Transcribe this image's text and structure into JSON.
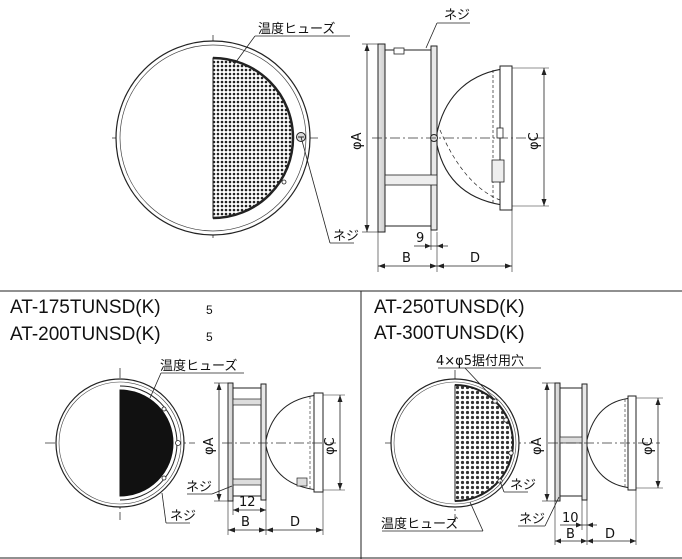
{
  "top_view": {
    "label_fuse": "温度ヒューズ",
    "label_screw_top": "ネジ",
    "label_screw_left": "ネジ",
    "dim_A": "φA",
    "dim_C": "φC",
    "dim_9": "9",
    "dim_B": "B",
    "dim_D": "D"
  },
  "panel_left": {
    "model_1": "AT-175TUNSD",
    "model_1_suffix": "(K)",
    "model_1_sub": "5",
    "model_2": "AT-200TUNSD",
    "model_2_suffix": "(K)",
    "model_2_sub": "5",
    "label_fuse": "温度ヒューズ",
    "label_screw_1": "ネジ",
    "label_screw_2": "ネジ",
    "dim_A": "φA",
    "dim_C": "φC",
    "dim_12": "12",
    "dim_B": "B",
    "dim_D": "D"
  },
  "panel_right": {
    "model_1": "AT-250TUNSD",
    "model_1_suffix": "(K)",
    "model_2": "AT-300TUNSD",
    "model_2_suffix": "(K)",
    "label_holes": "4×φ5据付用穴",
    "label_screw": "ネジ",
    "label_screw_2": "ネジ",
    "label_fuse": "温度ヒューズ",
    "dim_A": "φA",
    "dim_C": "φC",
    "dim_10": "10",
    "dim_B": "B",
    "dim_D": "D"
  }
}
